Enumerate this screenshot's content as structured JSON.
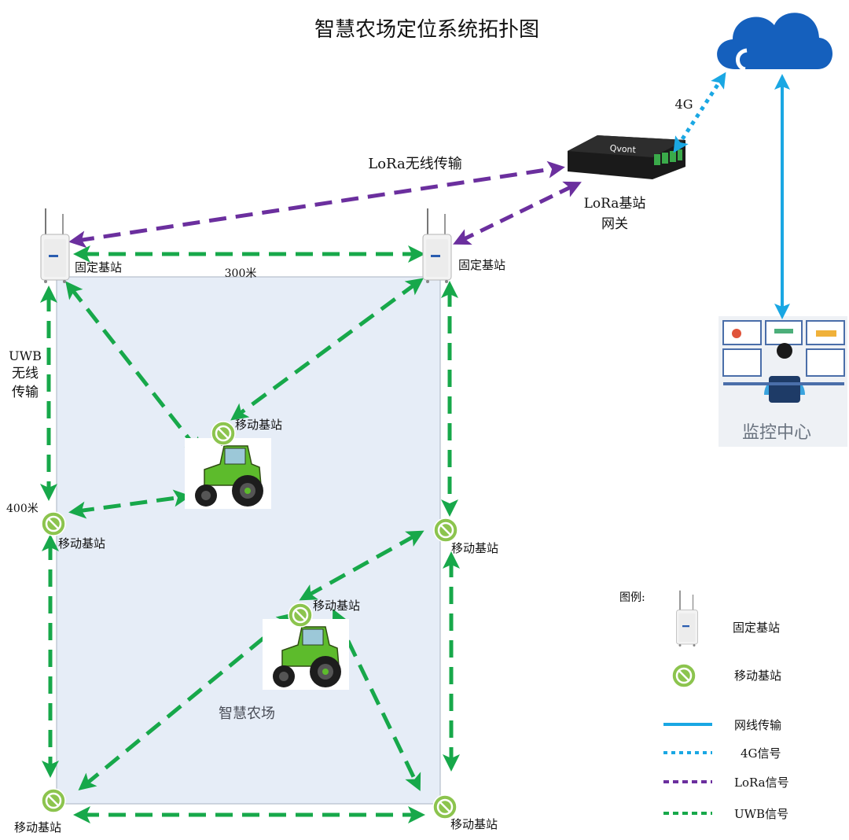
{
  "title": "智慧农场定位系统拓扑图",
  "farm_label": "智慧农场",
  "dimensions": {
    "width_label": "300米",
    "height_label": "400米"
  },
  "labels": {
    "fixed_station": "固定基站",
    "mobile_station": "移动基站",
    "lora_transfer": "LoRa无线传输",
    "uwb_line1": "UWB",
    "uwb_line2": "无线",
    "uwb_line3": "传输",
    "gateway_line1": "LoRa基站",
    "gateway_line2": "网关",
    "link_4g": "4G",
    "monitor_center": "监控中心",
    "gateway_brand": "Qvont"
  },
  "legend": {
    "title": "图例:",
    "items": [
      {
        "label": "固定基站",
        "kind": "fixed-station"
      },
      {
        "label": "移动基站",
        "kind": "mobile-station"
      },
      {
        "label": "网线传输",
        "kind": "solid",
        "color": "#1aa7e3"
      },
      {
        "label": "4G信号",
        "kind": "dotted",
        "color": "#1aa7e3"
      },
      {
        "label": "LoRa信号",
        "kind": "dashed",
        "color": "#6b2f9e"
      },
      {
        "label": "UWB信号",
        "kind": "dashed",
        "color": "#17a84a"
      }
    ]
  },
  "colors": {
    "uwb": "#17a84a",
    "lora": "#6b2f9e",
    "network": "#1aa7e3",
    "cloud": "#1560bd",
    "farm_fill": "#e6edf7",
    "tractor_green": "#5dbb2c",
    "mobile_badge": "#8cc44e"
  }
}
